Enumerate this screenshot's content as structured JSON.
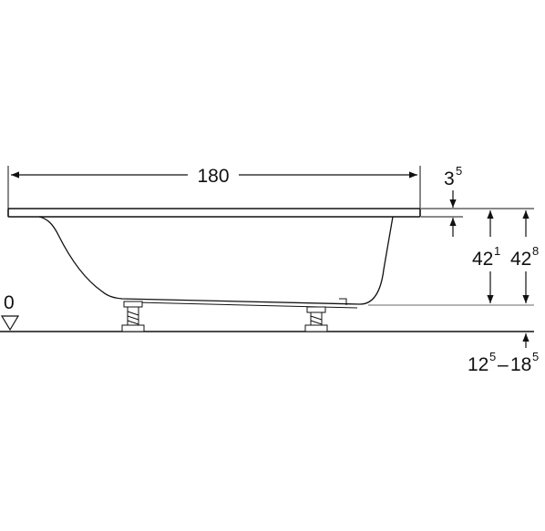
{
  "labels": {
    "length_main": "180",
    "rim_main": "3",
    "rim_sup": "5",
    "inner_main": "42",
    "inner_sup": "1",
    "outer_main": "42",
    "outer_sup": "8",
    "feet_a_main": "12",
    "feet_a_sup": "5",
    "feet_sep": "–",
    "feet_b_main": "18",
    "feet_b_sup": "5",
    "floor_level": "0"
  }
}
